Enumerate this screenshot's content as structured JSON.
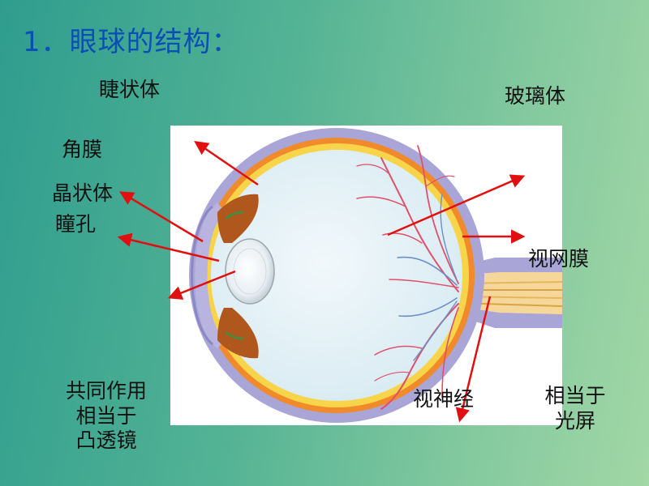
{
  "title": "1．眼球的结构：",
  "labels": {
    "ciliary_body": "睫状体",
    "vitreous_body": "玻璃体",
    "cornea": "角膜",
    "lens": "晶状体",
    "pupil": "瞳孔",
    "retina": "视网膜",
    "optic_nerve": "视神经"
  },
  "notes": {
    "lens_note": [
      "共同作用",
      "相当于",
      "凸透镜"
    ],
    "retina_note": [
      "相当于",
      "光屏"
    ]
  },
  "colors": {
    "arrow": "#e01010",
    "title": "#0a4fb6",
    "panel": "#ffffff"
  }
}
